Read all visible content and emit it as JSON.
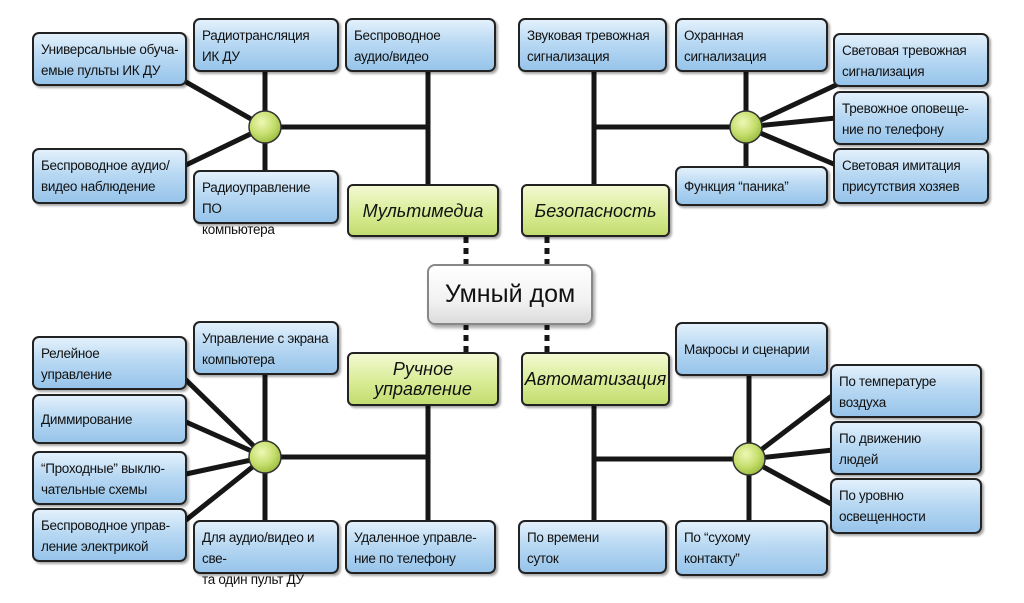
{
  "center": {
    "label": "Умный дом"
  },
  "categories": {
    "multimedia": "Мультимедиа",
    "security": "Безопасность",
    "manual": "Ручное\nуправление",
    "automation": "Автоматизация"
  },
  "multimedia": {
    "remote_learning": "Универсальные обуча-\nемые пульты ИК ДУ",
    "ir_relay": "Радиотрансляция\nИК ДУ",
    "wireless_av": "Беспроводное\nаудио/видео",
    "wireless_surveillance": "Беспроводное аудио/\nвидео наблюдение",
    "pc_radio_control": "Радиоуправление ПО\nкомпьютера"
  },
  "security": {
    "sound_alarm": "Звуковая тревожная\nсигнализация",
    "guard_alarm": "Охранная\nсигнализация",
    "light_alarm": "Световая тревожная\nсигнализация",
    "phone_alert": "Тревожное оповеще-\nние по телефону",
    "presence_imitation": "Световая имитация\nприсутствия хозяев",
    "panic": "Функция “паника”"
  },
  "manual": {
    "relay": "Релейное\nуправление",
    "dimming": "Диммирование",
    "pass_switch": "“Проходные” выклю-\nчательные схемы",
    "wireless_electric": "Беспроводное управ-\nление электрикой",
    "pc_screen": "Управление с экрана\nкомпьютера",
    "one_remote": "Для аудио/видео и све-\nта один пульт ДУ",
    "phone_remote": "Удаленное управле-\nние по телефону"
  },
  "automation": {
    "macros": "Макросы и сценарии",
    "temperature": "По температуре\nвоздуха",
    "motion": "По движению\nлюдей",
    "light_level": "По уровню\nосвещенности",
    "time": "По времени\nсуток",
    "dry_contact": "По “сухому\nконтакту”"
  }
}
